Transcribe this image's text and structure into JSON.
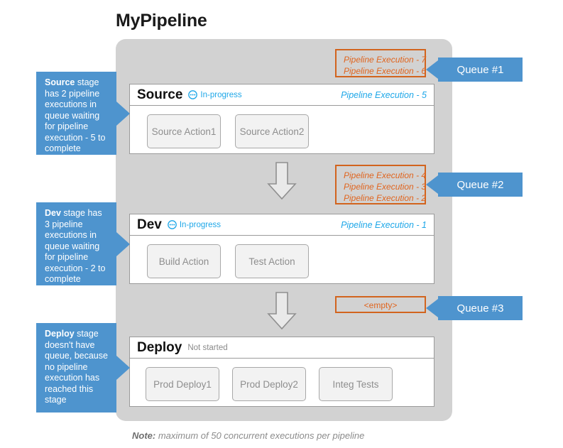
{
  "title": "MyPipeline",
  "stages": [
    {
      "name": "Source",
      "status": "In-progress",
      "status_type": "in-progress",
      "execution": "Pipeline Execution - 5",
      "actions": [
        "Source Action1",
        "Source Action2"
      ]
    },
    {
      "name": "Dev",
      "status": "In-progress",
      "status_type": "in-progress",
      "execution": "Pipeline Execution - 1",
      "actions": [
        "Build Action",
        "Test Action"
      ]
    },
    {
      "name": "Deploy",
      "status": "Not started",
      "status_type": "not-started",
      "execution": "",
      "actions": [
        "Prod Deploy1",
        "Prod Deploy2",
        "Integ Tests"
      ]
    }
  ],
  "queues": [
    {
      "label": "Queue #1",
      "items": [
        "Pipeline Execution - 7",
        "Pipeline Execution - 6"
      ],
      "empty_text": ""
    },
    {
      "label": "Queue #2",
      "items": [
        "Pipeline Execution - 4",
        "Pipeline Execution - 3",
        "Pipeline Execution - 2"
      ],
      "empty_text": ""
    },
    {
      "label": "Queue #3",
      "items": [],
      "empty_text": "<empty>"
    }
  ],
  "callouts": [
    {
      "lead": "Source",
      "text": " stage has 2 pipeline executions in queue waiting for pipeline execution - 5 to complete"
    },
    {
      "lead": "Dev",
      "text": " stage has 3 pipeline executions in queue waiting for pipeline execution - 2 to complete"
    },
    {
      "lead": "Deploy",
      "text": " stage doesn't have queue, because no pipeline execution has reached this stage"
    }
  ],
  "note": {
    "lead": "Note:",
    "text": " maximum of 50 concurrent executions  per pipeline"
  },
  "colors": {
    "blue_tag": "#4e94ce",
    "orange_border": "#d2641e",
    "orange_text": "#e0651f",
    "link_blue": "#1ea7e8",
    "container_grey": "#d2d2d2"
  },
  "icons": {
    "in_progress": "in-progress-icon",
    "arrow_down": "arrow-down-icon"
  }
}
